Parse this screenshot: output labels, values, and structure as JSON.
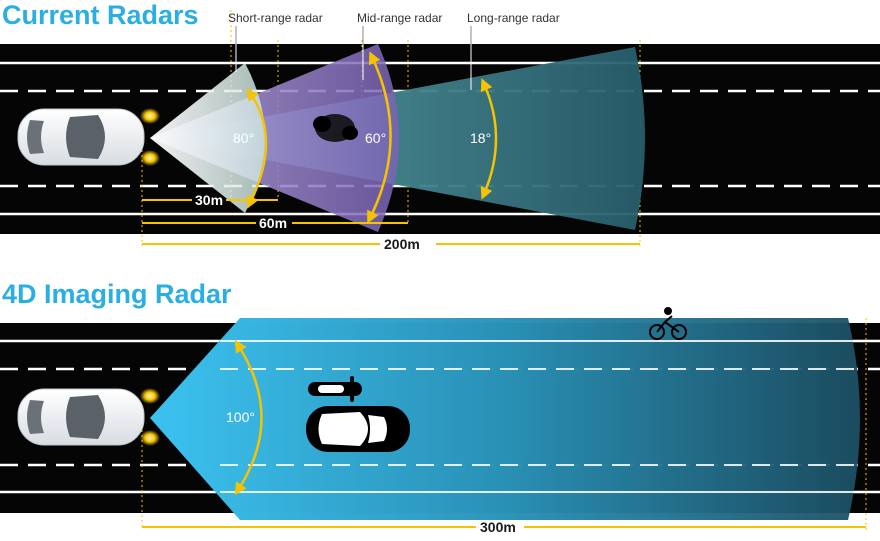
{
  "top_section": {
    "title": "Current Radars",
    "labels": {
      "short_range": "Short-range radar",
      "mid_range": "Mid-range radar",
      "long_range": "Long-range radar"
    },
    "angles": {
      "short": "80°",
      "mid": "60°",
      "long": "18°"
    },
    "distances": {
      "short": "30m",
      "mid": "60m",
      "long": "200m"
    }
  },
  "bottom_section": {
    "title": "4D Imaging Radar",
    "angle": "100°",
    "distance": "300m"
  },
  "colors": {
    "title_blue": "#2aaee3",
    "road": "#050505",
    "marker_yellow": "#f5c400",
    "short_beam": "#d8ece8",
    "mid_beam": "#8a72c0",
    "long_beam": "#3f8f9c",
    "imaging_beam": "#36b6e6"
  }
}
